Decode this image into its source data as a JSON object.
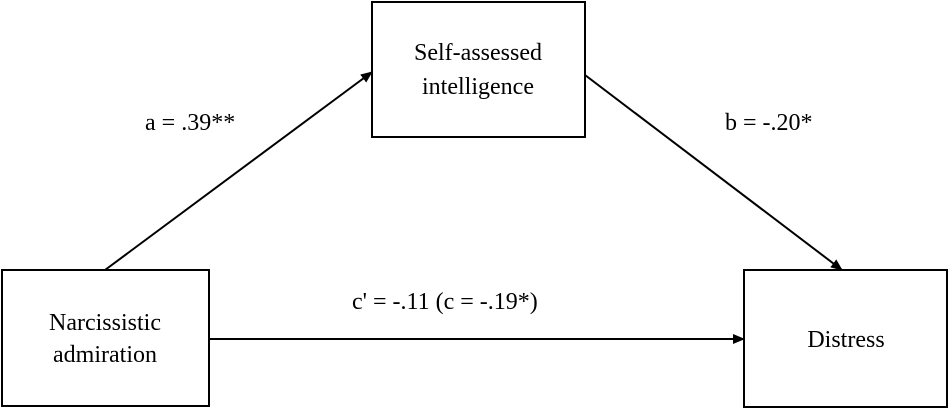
{
  "nodes": {
    "predictor": {
      "lines": [
        "Narcissistic",
        "admiration"
      ]
    },
    "mediator": {
      "lines": [
        "Self-assessed",
        "intelligence"
      ]
    },
    "outcome": {
      "lines": [
        "Distress"
      ]
    }
  },
  "paths": {
    "a": {
      "label": "a = .39**"
    },
    "b": {
      "label": "b = -.20*"
    },
    "c": {
      "label": "c' = -.11 (c = -.19*)"
    }
  }
}
